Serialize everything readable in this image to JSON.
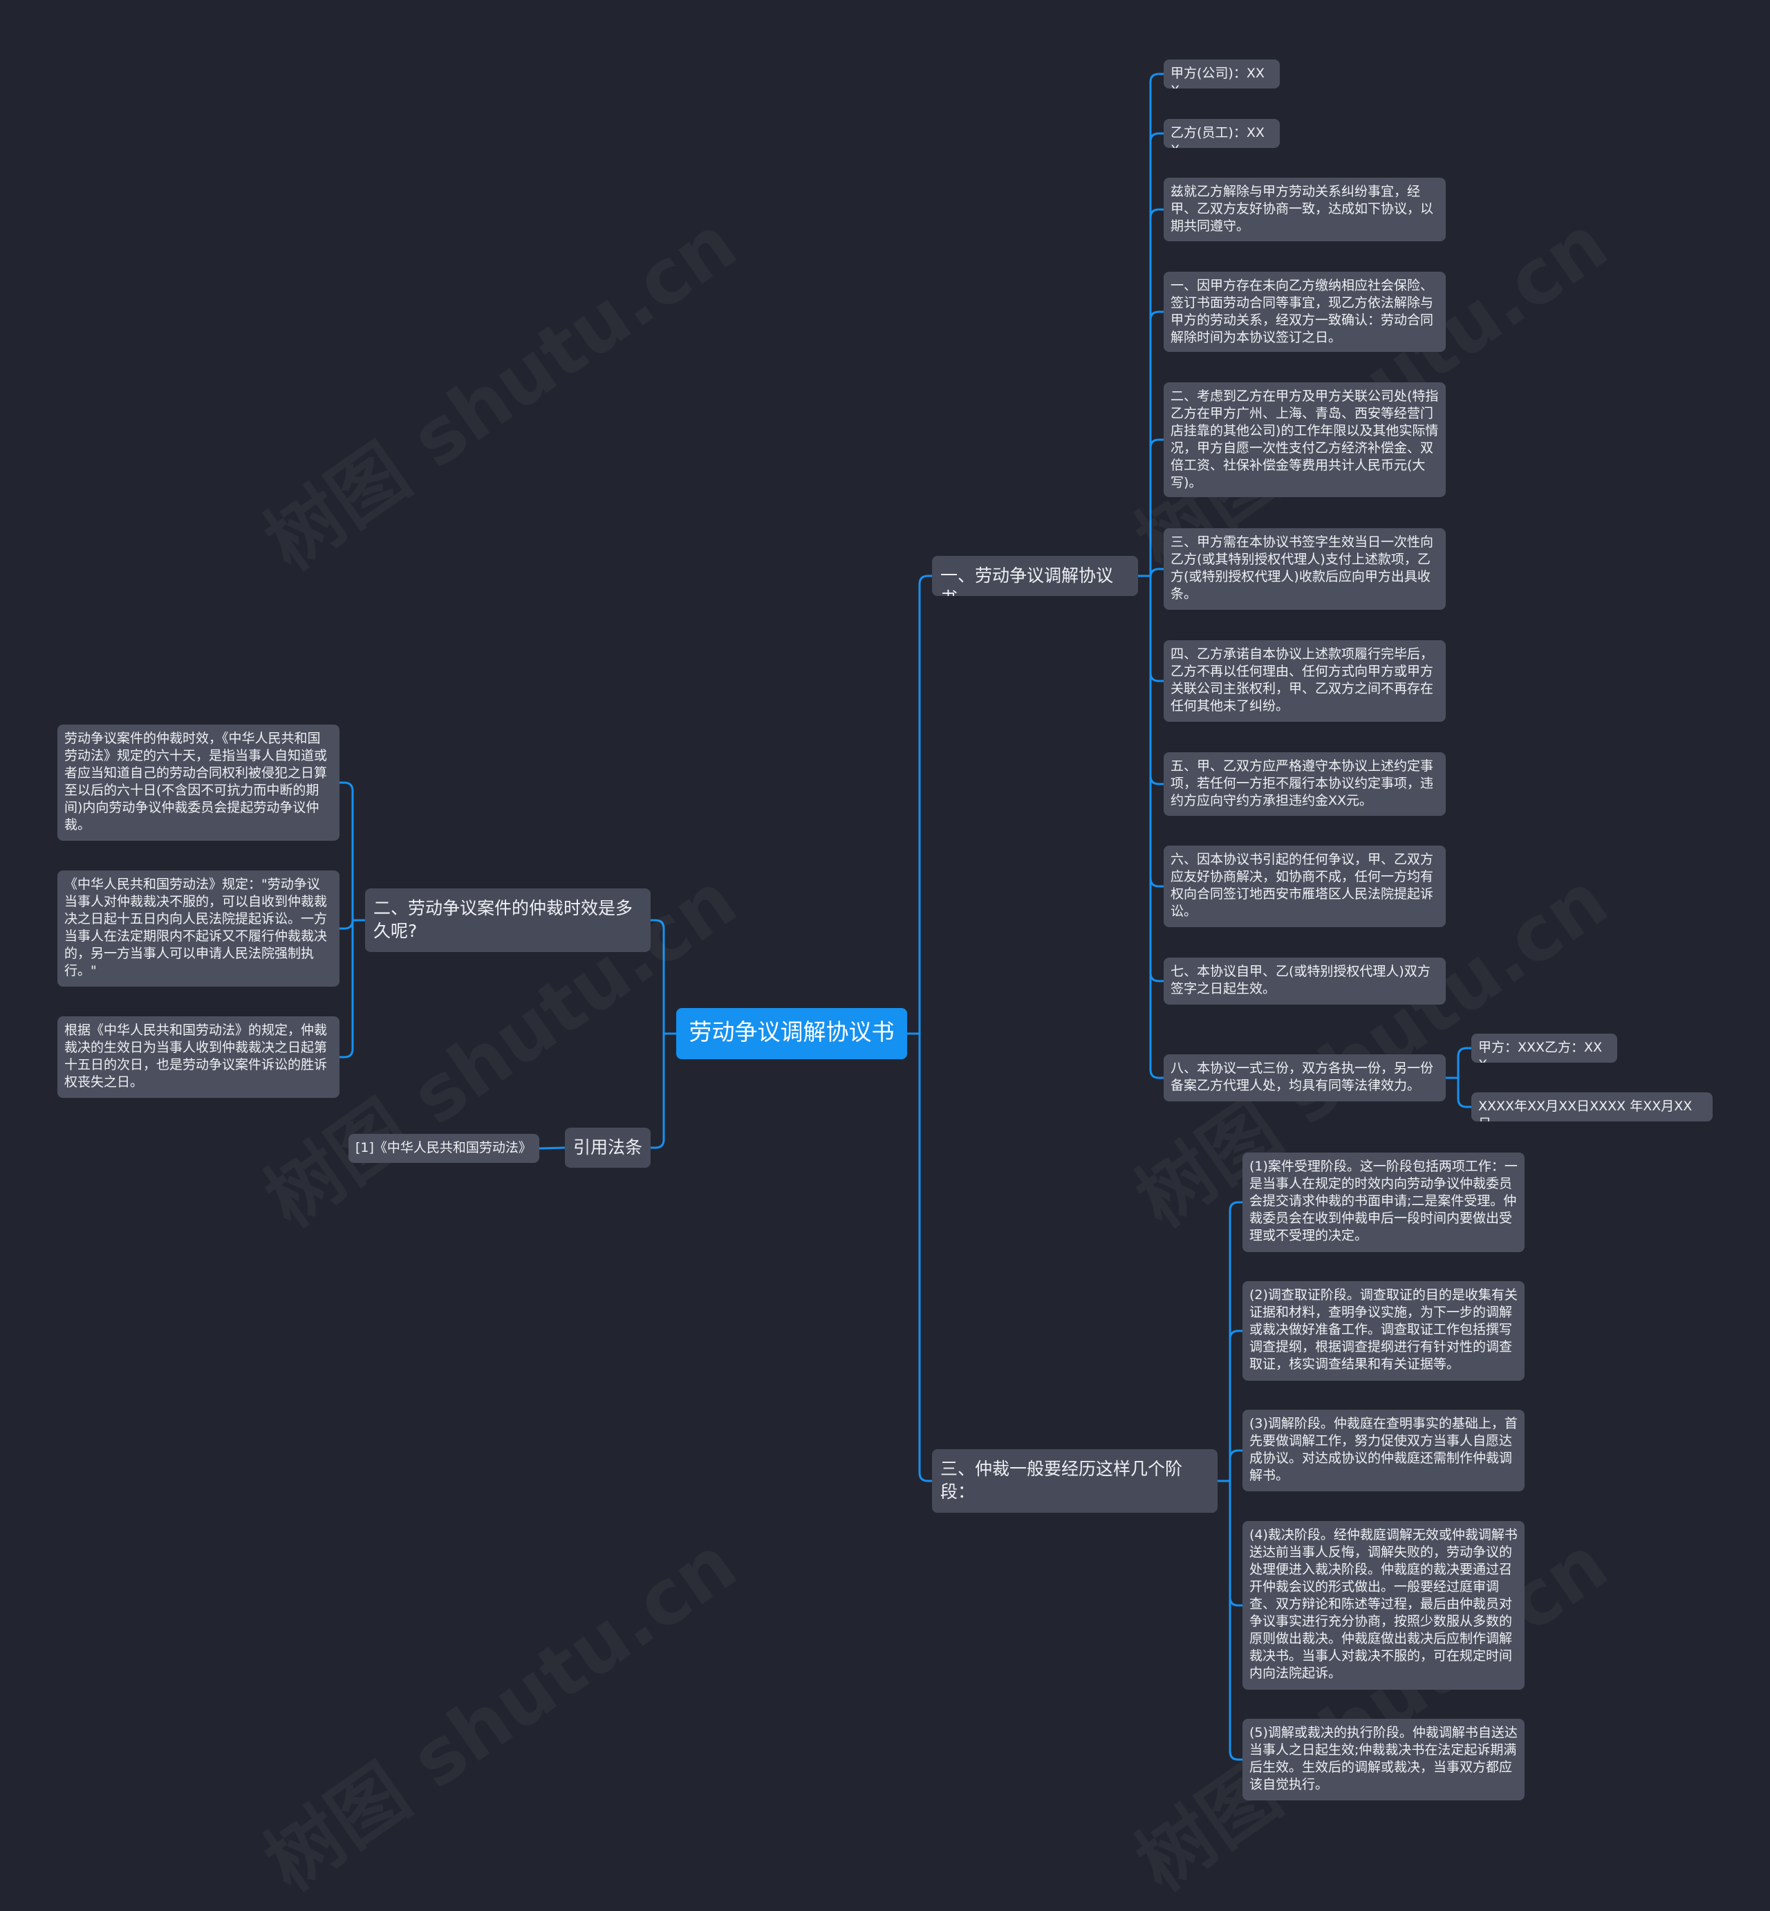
{
  "colors": {
    "background": "#22252f",
    "node": "#4c505e",
    "root": "#1591f1",
    "link": "#1591f1",
    "text": "#eef0f4"
  },
  "watermark": "树图 shutu.cn",
  "root": "劳动争议调解协议书",
  "branches": {
    "b1": {
      "title": "一、劳动争议调解协议书",
      "items": [
        "甲方(公司)：XXX",
        "乙方(员工)：XXX",
        "兹就乙方解除与甲方劳动关系纠纷事宜，经甲、乙双方友好协商一致，达成如下协议，以期共同遵守。",
        "一、因甲方存在未向乙方缴纳相应社会保险、签订书面劳动合同等事宜，现乙方依法解除与甲方的劳动关系，经双方一致确认：劳动合同解除时间为本协议签订之日。",
        "二、考虑到乙方在甲方及甲方关联公司处(特指乙方在甲方广州、上海、青岛、西安等经营门店挂靠的其他公司)的工作年限以及其他实际情况，甲方自愿一次性支付乙方经济补偿金、双倍工资、社保补偿金等费用共计人民币元(大写)。",
        "三、甲方需在本协议书签字生效当日一次性向乙方(或其特别授权代理人)支付上述款项，乙方(或特别授权代理人)收款后应向甲方出具收条。",
        "四、乙方承诺自本协议上述款项履行完毕后，乙方不再以任何理由、任何方式向甲方或甲方关联公司主张权利，甲、乙双方之间不再存在任何其他未了纠纷。",
        "五、甲、乙双方应严格遵守本协议上述约定事项，若任何一方拒不履行本协议约定事项，违约方应向守约方承担违约金XX元。",
        "六、因本协议书引起的任何争议，甲、乙双方应友好协商解决，如协商不成，任何一方均有权向合同签订地西安市雁塔区人民法院提起诉讼。",
        "七、本协议自甲、乙(或特别授权代理人)双方签字之日起生效。",
        "八、本协议一式三份，双方各执一份，另一份备案乙方代理人处，均具有同等法律效力。"
      ],
      "sub8": [
        "甲方：XXX乙方：XXX",
        "XXXX年XX月XX日XXXX 年XX月XX 日"
      ]
    },
    "b2": {
      "title": "二、劳动争议案件的仲裁时效是多久呢?",
      "items": [
        "劳动争议案件的仲裁时效，《中华人民共和国劳动法》规定的六十天，是指当事人自知道或者应当知道自己的劳动合同权利被侵犯之日算至以后的六十日(不含因不可抗力而中断的期间)内向劳动争议仲裁委员会提起劳动争议仲裁。",
        "《中华人民共和国劳动法》规定：\"劳动争议当事人对仲裁裁决不服的，可以自收到仲裁裁决之日起十五日内向人民法院提起诉讼。一方当事人在法定期限内不起诉又不履行仲裁裁决的，另一方当事人可以申请人民法院强制执行。\"",
        "根据《中华人民共和国劳动法》的规定，仲裁裁决的生效日为当事人收到仲裁裁决之日起第十五日的次日，也是劳动争议案件诉讼的胜诉权丧失之日。"
      ]
    },
    "b3": {
      "title": "引用法条",
      "items": [
        "[1]《中华人民共和国劳动法》"
      ]
    },
    "b4": {
      "title": "三、仲裁一般要经历这样几个阶段：",
      "items": [
        "(1)案件受理阶段。这一阶段包括两项工作：一是当事人在规定的时效内向劳动争议仲裁委员会提交请求仲裁的书面申请;二是案件受理。仲裁委员会在收到仲裁申后一段时间内要做出受理或不受理的决定。",
        "(2)调查取证阶段。调查取证的目的是收集有关证据和材料，查明争议实施，为下一步的调解或裁决做好准备工作。调查取证工作包括撰写调查提纲，根据调查提纲进行有针对性的调查取证，核实调查结果和有关证据等。",
        "(3)调解阶段。仲裁庭在查明事实的基础上，首先要做调解工作，努力促使双方当事人自愿达成协议。对达成协议的仲裁庭还需制作仲裁调解书。",
        "(4)裁决阶段。经仲裁庭调解无效或仲裁调解书送达前当事人反悔，调解失败的，劳动争议的处理便进入裁决阶段。仲裁庭的裁决要通过召开仲裁会议的形式做出。一般要经过庭审调查、双方辩论和陈述等过程，最后由仲裁员对争议事实进行充分协商，按照少数服从多数的原则做出裁决。仲裁庭做出裁决后应制作调解裁决书。当事人对裁决不服的，可在规定时间内向法院起诉。",
        "(5)调解或裁决的执行阶段。仲裁调解书自送达当事人之日起生效;仲裁裁决书在法定起诉期满后生效。生效后的调解或裁决，当事双方都应该自觉执行。"
      ]
    }
  }
}
